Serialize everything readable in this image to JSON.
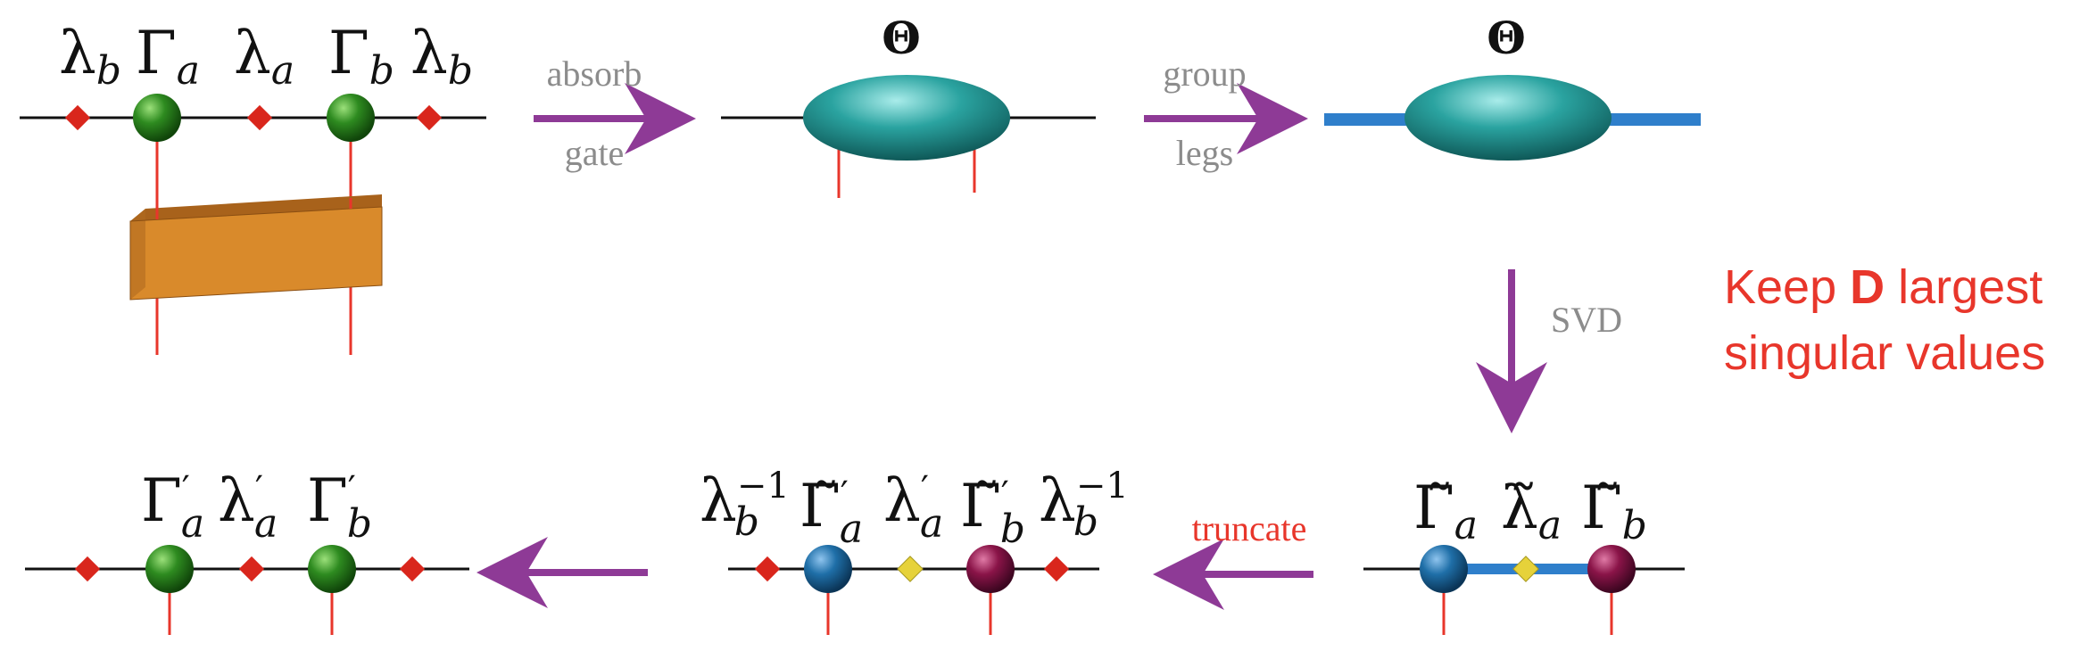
{
  "colors": {
    "line": "#111111",
    "leg": "#e8362b",
    "lambda": "#d9261c",
    "lambda_new": "#e6d23a",
    "gamma": "#2e8b20",
    "gamma_a_tilde": "#1f6fa8",
    "gamma_b_tilde": "#8a1448",
    "theta": "#2aa3a0",
    "gate": "#d98a2b",
    "arrow": "#8e3a96",
    "grouped_leg": "#2f7fcb",
    "note": "#e8362b"
  },
  "row1": {
    "labels": {
      "lambda_b_left": {
        "main": "λ",
        "sub": "b"
      },
      "gamma_a": {
        "main": "Γ",
        "sub": "a"
      },
      "lambda_a": {
        "main": "λ",
        "sub": "a"
      },
      "gamma_b": {
        "main": "Γ",
        "sub": "b"
      },
      "lambda_b_right": {
        "main": "λ",
        "sub": "b"
      }
    },
    "arrow1": {
      "top": "absorb",
      "bottom": "gate"
    },
    "theta1": "Θ",
    "arrow2": {
      "top": "group",
      "bottom": "legs"
    },
    "theta2": "Θ"
  },
  "svd": {
    "label": "SVD"
  },
  "note": {
    "prefix": "Keep ",
    "bold": "D",
    "suffix": " largest",
    "line2": "singular values"
  },
  "row2": {
    "svd_result": {
      "gamma_a": {
        "main": "Γ̃",
        "sub": "a"
      },
      "lambda_a": {
        "main": "λ̃",
        "sub": "a"
      },
      "gamma_b": {
        "main": "Γ̃",
        "sub": "b"
      }
    },
    "truncate_label": "truncate",
    "truncated": {
      "lambda_b_inv_left": {
        "main": "λ",
        "sub": "b",
        "sup": "−1"
      },
      "gamma_a": {
        "main": "Γ̃",
        "sub": "a",
        "sup": "′"
      },
      "lambda_a": {
        "main": "λ",
        "sub": "a",
        "sup": "′"
      },
      "gamma_b": {
        "main": "Γ̃",
        "sub": "b",
        "sup": "′"
      },
      "lambda_b_inv_right": {
        "main": "λ",
        "sub": "b",
        "sup": "−1"
      }
    },
    "final": {
      "gamma_a": {
        "main": "Γ",
        "sub": "a",
        "sup": "′"
      },
      "lambda_a": {
        "main": "λ",
        "sub": "a",
        "sup": "′"
      },
      "gamma_b": {
        "main": "Γ",
        "sub": "b",
        "sup": "′"
      }
    }
  }
}
